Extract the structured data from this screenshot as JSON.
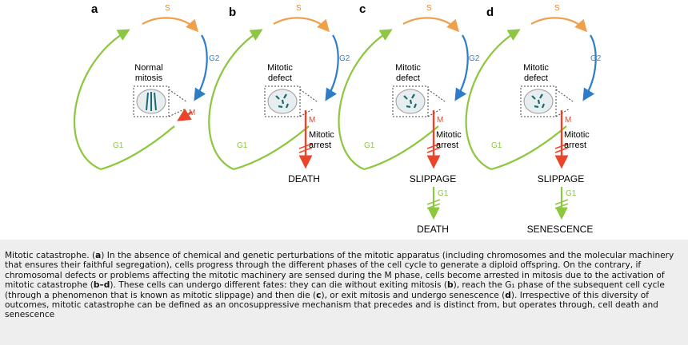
{
  "panels": [
    {
      "letter": "a",
      "s": "S",
      "g2": "G2",
      "g1": "G1",
      "m": "M",
      "label1": "Normal",
      "label2": "mitosis"
    },
    {
      "letter": "b",
      "s": "S",
      "g2": "G2",
      "g1": "G1",
      "m": "M",
      "label1": "Mitotic",
      "label2": "defect",
      "arrest1": "Mitotic",
      "arrest2": "arrest",
      "outcome1": "DEATH"
    },
    {
      "letter": "c",
      "s": "S",
      "g2": "G2",
      "g1": "G1",
      "m": "M",
      "label1": "Mitotic",
      "label2": "defect",
      "arrest1": "Mitotic",
      "arrest2": "arrest",
      "outcome1": "SLIPPAGE",
      "g1_after": "G1",
      "outcome2": "DEATH"
    },
    {
      "letter": "d",
      "s": "S",
      "g2": "G2",
      "g1": "G1",
      "m": "M",
      "label1": "Mitotic",
      "label2": "defect",
      "arrest1": "Mitotic",
      "arrest2": "arrest",
      "outcome1": "SLIPPAGE",
      "g1_after": "G1",
      "outcome2": "SENESCENCE"
    }
  ],
  "colors": {
    "g1": "#8dc63f",
    "s": "#f0a04b",
    "g2": "#2e7dc9",
    "m": "#e8452c",
    "text_s": "#e8892f"
  },
  "caption": {
    "title": "Mitotic catastrophe. (",
    "a": "a",
    "t1": ") In the absence of chemical and genetic perturbations of the mitotic apparatus (including chromosomes and the molecular machinery that ensures their faithful segregation), cells progress through the different phases of the cell cycle to generate a diploid offspring. On the contrary, if chromosomal defects or problems affecting the mitotic machinery are sensed during the M phase, cells become arrested in mitosis due to the activation of mitotic catastrophe (",
    "bd": "b–d",
    "t2": "). These cells can undergo different fates: they can die without exiting mitosis (",
    "b": "b",
    "t3": "), reach the G₁ phase of the subsequent cell cycle (through a phenomenon that is known as mitotic slippage) and then die (",
    "c": "c",
    "t4": "), or exit mitosis and undergo senescence (",
    "d": "d",
    "t5": "). Irrespective of this diversity of outcomes, mitotic catastrophe can be defined as an oncosuppressive mechanism that precedes and is distinct from, but operates through, cell death and senescence"
  }
}
